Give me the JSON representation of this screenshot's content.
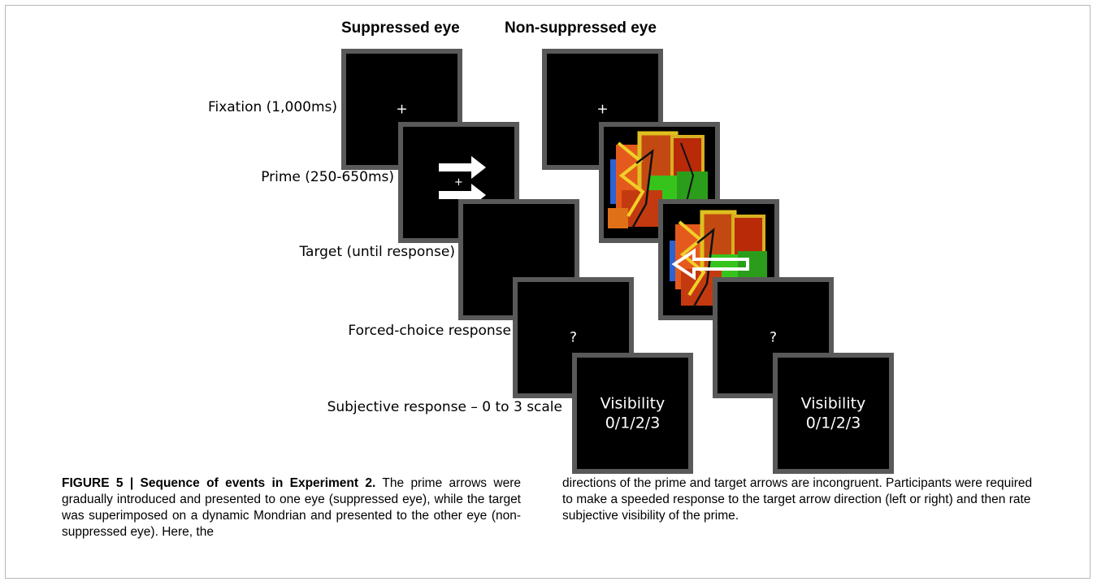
{
  "columns": {
    "suppressed_title": "Suppressed eye",
    "nonsuppressed_title": "Non-suppressed eye"
  },
  "steps": {
    "fixation": "Fixation (1,000ms)",
    "prime": "Prime (250-650ms)",
    "target": "Target (until response)",
    "forced_choice": "Forced-choice response",
    "subjective": "Subjective response – 0 to 3 scale"
  },
  "screens": {
    "fixation_symbol": "+",
    "question_symbol": "?",
    "visibility_line1": "Visibility",
    "visibility_line2": "0/1/2/3"
  },
  "caption": {
    "figure_label": "FIGURE 5 | Sequence of events in Experiment 2.",
    "left_text": "The prime arrows were gradually introduced and presented to one eye (suppressed eye), while the target was superimposed on a dynamic Mondrian and presented to the other eye (non-suppressed eye). Here, the",
    "right_text": "directions of the prime and target arrows are incongruent. Participants were required to make a speeded response to the target arrow direction (left or right) and then rate subjective visibility of the prime."
  }
}
